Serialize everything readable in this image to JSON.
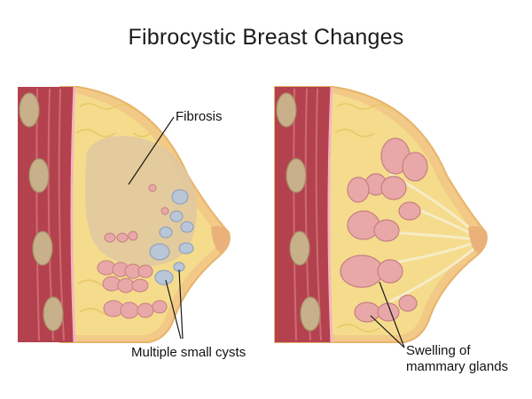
{
  "title": "Fibrocystic Breast Changes",
  "labels": {
    "fibrosis": "Fibrosis",
    "cysts": "Multiple small cysts",
    "swelling_line1": "Swelling of",
    "swelling_line2": "mammary glands"
  },
  "colors": {
    "muscle": "#b3424e",
    "muscle_light": "#cf6b72",
    "rib": "#c7b08a",
    "fat": "#f4dc8c",
    "fat_dark": "#e9c968",
    "fibrosis": "#dfc8a0",
    "gland": "#e8a8a8",
    "gland_dark": "#c77e82",
    "cyst": "#b8c6d8",
    "skin": "#f2c987"
  }
}
